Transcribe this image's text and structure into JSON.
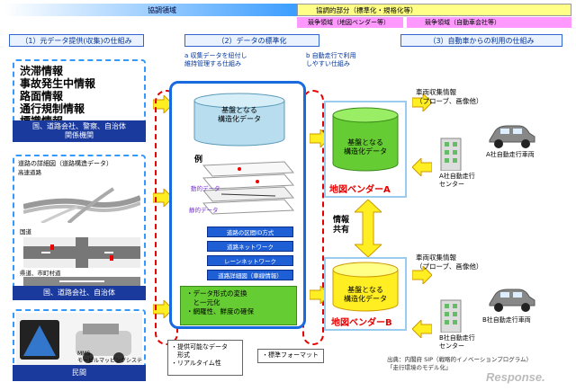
{
  "header": {
    "coop": "協調領域",
    "coop_part": "協調的部分（標準化・規格化等）",
    "compete1": "競争領域（地図ベンダー等）",
    "compete2": "競争領域（自動車会社等）"
  },
  "sections": {
    "s1": "（1）元データ提供(収集)の仕組み",
    "s2": "（2）データの標準化",
    "s3": "（3）自動車からの利用の仕組み"
  },
  "col1": {
    "list": [
      "渋滞情報",
      "事故発生中情報",
      "路面情報",
      "通行規制情報",
      "標識情報"
    ],
    "provider1": "国、道路会社、警察、自治体\n関係機関",
    "detail_title": "道路の詳細図（道路構造データ）",
    "highway": "高速道路",
    "national": "国道",
    "prefectural": "県道、市町村道",
    "provider2": "国、道路会社、自治体",
    "mms": "MMS\nモービルマッピングシステム",
    "provider3": "民間"
  },
  "col2": {
    "a": "a  収集データを紐付し\n    維持管理する仕組み",
    "b": "b  自動走行で利用\n    しやすい仕組み",
    "base_cyl": "基盤となる\n構造化データ",
    "example": "例",
    "dynamic": "動的データ",
    "static": "静的データ",
    "layers": [
      "道路の区間ID方式",
      "道路ネットワーク",
      "レーンネットワーク",
      "道路詳細図（車線情報）"
    ],
    "bullets": "・データ形式の変換\n　と一元化\n・網羅性、鮮度の確保",
    "provide": "・提供可能なデータ\n　形式\n・リアルタイム性",
    "standard": "・標準フォーマット"
  },
  "col3": {
    "cylA": "基盤となる\n構造化データ",
    "vendorA": "地図ベンダーA",
    "cylB": "基盤となる\n構造化データ",
    "vendorB": "地図ベンダーB",
    "share": "情報\n共有",
    "vehicle1": "車両収集情報\n（プローブ、画像他）",
    "vehicle2": "車両収集情報\n（プローブ、画像他）",
    "carA": "A社自動走行車両",
    "centerA": "A社自動走行\nセンター",
    "carB": "B社自動走行車両",
    "centerB": "B社自動走行\nセンター"
  },
  "footer": {
    "source": "出典：内閣府 SIP（戦略的イノベーションプログラム）\n「走行環境のモデル化」",
    "watermark": "Response."
  },
  "colors": {
    "navy": "#1a3a9e",
    "green": "#66cc33",
    "yellow": "#ffee22",
    "red": "#e60000"
  }
}
